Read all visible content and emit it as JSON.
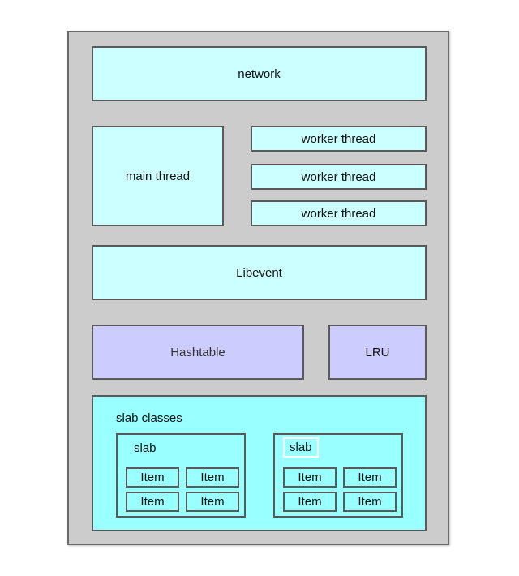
{
  "diagram": {
    "network": "network",
    "main_thread": "main thread",
    "worker_threads": [
      "worker thread",
      "worker thread",
      "worker thread"
    ],
    "libevent": "Libevent",
    "hashtable": "Hashtable",
    "lru": "LRU",
    "slab_classes": {
      "label": "slab classes",
      "slabs": [
        {
          "label": "slab",
          "items": [
            "Item",
            "Item",
            "Item",
            "Item"
          ]
        },
        {
          "label": "slab",
          "items": [
            "Item",
            "Item",
            "Item",
            "Item"
          ]
        }
      ]
    }
  },
  "colors": {
    "background": "#cccccc",
    "thread_fill": "#ccffff",
    "index_fill": "#ccccff",
    "slab_fill": "#99ffff",
    "border": "#5a5a5a"
  }
}
